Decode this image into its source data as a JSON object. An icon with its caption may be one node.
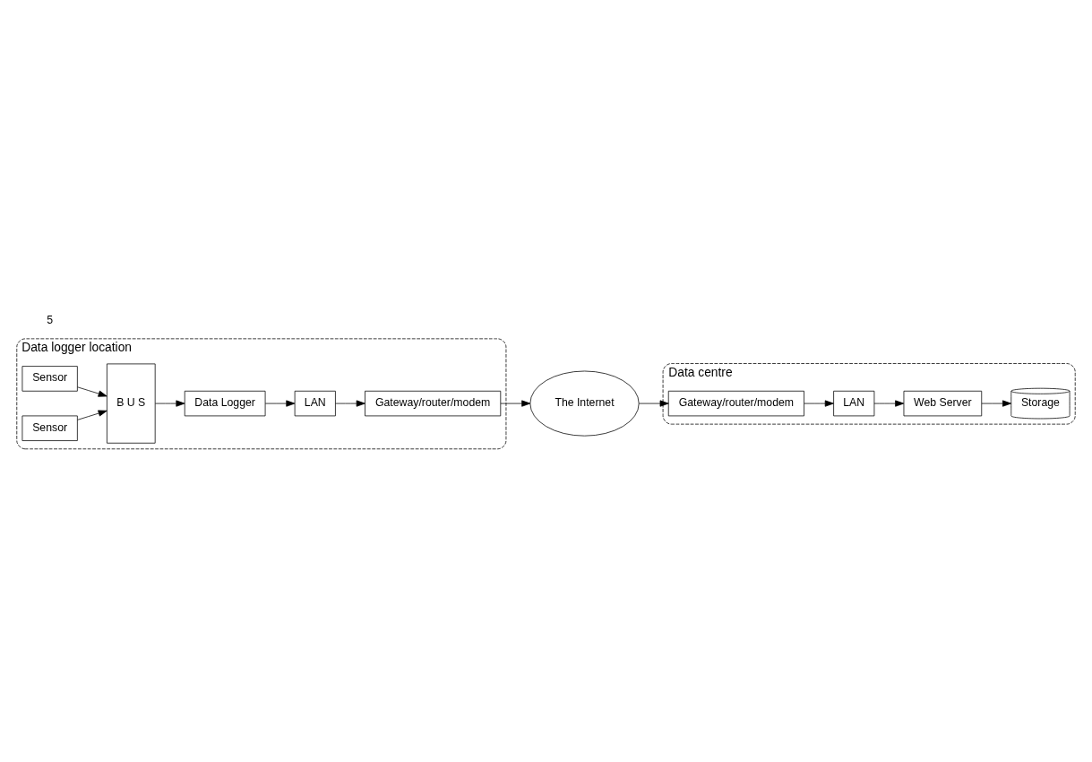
{
  "diagram": {
    "nodes": [
      {
        "text": [
          "Data logger location"
        ]
      },
      {
        "text": [
          "Sensor"
        ],
        "in": 0
      },
      {
        "text": [
          "Sensor"
        ],
        "in": 0
      },
      {
        "text": [
          "B U S"
        ],
        "in": 0
      },
      {
        "text": [
          "Data Logger"
        ],
        "in": 0
      },
      {
        "text": [
          "LAN"
        ],
        "in": 0
      },
      {
        "text": [
          "Gateway/router/modem"
        ],
        "in": 0
      },
      {
        "text": [
          "The Internet"
        ]
      },
      {
        "text": [
          "Data centre"
        ]
      },
      {
        "text": [
          "Gateway/router/modem"
        ],
        "in": 8
      },
      {
        "text": [
          "LAN"
        ],
        "in": 8
      },
      {
        "text": [
          "Web Server"
        ],
        "in": 8
      },
      {
        "text": [
          "Storage"
        ],
        "in": 8
      }
    ],
    "edges": [
      {
        "from": 1,
        "to": 3,
        "arrow": "to"
      },
      {
        "from": 2,
        "to": 3,
        "arrow": "to"
      },
      {
        "from": 3,
        "to": 4,
        "arrow": "to"
      },
      {
        "from": 4,
        "to": 5,
        "arrow": "to"
      },
      {
        "from": 5,
        "to": 6,
        "arrow": "to"
      },
      {
        "from": 6,
        "to": 7,
        "arrow": "to"
      },
      {
        "from": 7,
        "to": 9,
        "arrow": "to"
      },
      {
        "from": 9,
        "to": 10,
        "arrow": "to"
      },
      {
        "from": 10,
        "to": 11,
        "arrow": "to"
      },
      {
        "from": 11,
        "to": 12,
        "arrow": "to"
      }
    ],
    "labels": [
      "5"
    ]
  }
}
